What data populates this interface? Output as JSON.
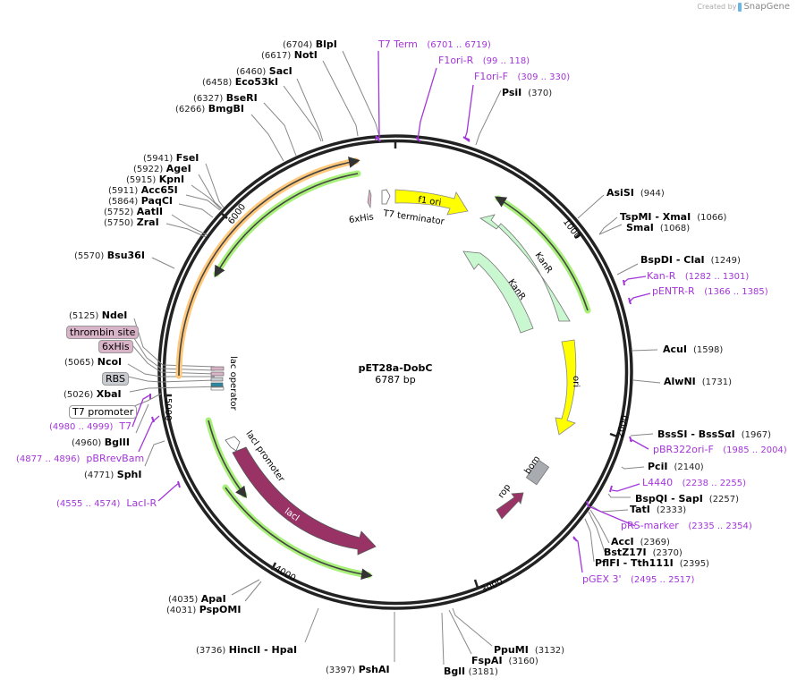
{
  "credit": {
    "prefix": "Created by",
    "brand": "SnapGene"
  },
  "plasmid": {
    "name": "pET28a-DobC",
    "length": "6787 bp"
  },
  "ticks": [
    "1000",
    "2000",
    "3000",
    "4000",
    "5000",
    "6000"
  ],
  "enzymes": [
    {
      "name": "BlpI",
      "pos": "(6704)"
    },
    {
      "name": "NotI",
      "pos": "(6617)"
    },
    {
      "name": "SacI",
      "pos": "(6460)"
    },
    {
      "name": "Eco53kI",
      "pos": "(6458)"
    },
    {
      "name": "BseRI",
      "pos": "(6327)"
    },
    {
      "name": "BmgBI",
      "pos": "(6266)"
    },
    {
      "name": "FseI",
      "pos": "(5941)"
    },
    {
      "name": "AgeI",
      "pos": "(5922)"
    },
    {
      "name": "KpnI",
      "pos": "(5915)"
    },
    {
      "name": "Acc65I",
      "pos": "(5911)"
    },
    {
      "name": "PaqCI",
      "pos": "(5864)"
    },
    {
      "name": "AatII",
      "pos": "(5752)"
    },
    {
      "name": "ZraI",
      "pos": "(5750)"
    },
    {
      "name": "Bsu36I",
      "pos": "(5570)"
    },
    {
      "name": "NdeI",
      "pos": "(5125)"
    },
    {
      "name": "NcoI",
      "pos": "(5065)"
    },
    {
      "name": "XbaI",
      "pos": "(5026)"
    },
    {
      "name": "BglII",
      "pos": "(4960)"
    },
    {
      "name": "SphI",
      "pos": "(4771)"
    },
    {
      "name": "ApaI",
      "pos": "(4035)"
    },
    {
      "name": "PspOMI",
      "pos": "(4031)"
    },
    {
      "name": "HincII - HpaI",
      "pos": "(3736)"
    },
    {
      "name": "PshAI",
      "pos": "(3397)"
    },
    {
      "name": "BglI",
      "pos": "(3181)"
    },
    {
      "name": "FspAI",
      "pos": "(3160)"
    },
    {
      "name": "PpuMI",
      "pos": "(3132)"
    },
    {
      "name": "PsiI",
      "pos": "(370)"
    },
    {
      "name": "AsiSI",
      "pos": "(944)"
    },
    {
      "name": "TspMI - XmaI",
      "pos": "(1066)"
    },
    {
      "name": "SmaI",
      "pos": "(1068)"
    },
    {
      "name": "BspDI - ClaI",
      "pos": "(1249)"
    },
    {
      "name": "AcuI",
      "pos": "(1598)"
    },
    {
      "name": "AlwNI",
      "pos": "(1731)"
    },
    {
      "name": "BssSI - BssSαI",
      "pos": "(1967)"
    },
    {
      "name": "PciI",
      "pos": "(2140)"
    },
    {
      "name": "BspQI - SapI",
      "pos": "(2257)"
    },
    {
      "name": "TatI",
      "pos": "(2333)"
    },
    {
      "name": "AccI",
      "pos": "(2369)"
    },
    {
      "name": "BstZ17I",
      "pos": "(2370)"
    },
    {
      "name": "PflFI - Tth111I",
      "pos": "(2395)"
    }
  ],
  "primers": [
    {
      "name": "T7 Term",
      "pos": "(6701 .. 6719)"
    },
    {
      "name": "F1ori-R",
      "pos": "(99 .. 118)"
    },
    {
      "name": "F1ori-F",
      "pos": "(309 .. 330)"
    },
    {
      "name": "Kan-R",
      "pos": "(1282 .. 1301)"
    },
    {
      "name": "pENTR-R",
      "pos": "(1366 .. 1385)"
    },
    {
      "name": "pBR322ori-F",
      "pos": "(1985 .. 2004)"
    },
    {
      "name": "L4440",
      "pos": "(2238 .. 2255)"
    },
    {
      "name": "pRS-marker",
      "pos": "(2335 .. 2354)"
    },
    {
      "name": "pGEX 3'",
      "pos": "(2495 .. 2517)"
    },
    {
      "name": "T7",
      "pos": "(4980 .. 4999)"
    },
    {
      "name": "pBRrevBam",
      "pos": "(4877 .. 4896)"
    },
    {
      "name": "LacI-R",
      "pos": "(4555 .. 4574)"
    }
  ],
  "boxed_features": [
    {
      "name": "thrombin site",
      "color": "#d9b3c7"
    },
    {
      "name": "6xHis",
      "color": "#d9b3c7"
    },
    {
      "name": "RBS",
      "color": "#c8cbd0"
    },
    {
      "name": "T7 promoter",
      "color": "#ffffff"
    }
  ],
  "features": [
    {
      "name": "f1 ori",
      "color": "#ffff00"
    },
    {
      "name": "KanR",
      "color": "#c9f7cf"
    },
    {
      "name": "KanR",
      "color": "#c9f7cf"
    },
    {
      "name": "ori",
      "color": "#ffff00"
    },
    {
      "name": "bom",
      "color": "#a8abb0"
    },
    {
      "name": "rop",
      "color": "#993366"
    },
    {
      "name": "lacI",
      "color": "#993366"
    },
    {
      "name": "lacI promoter",
      "color": "#ffffff"
    },
    {
      "name": "lac operator",
      "color": "#ffffff"
    },
    {
      "name": "6xHis",
      "color": "#d9b3c7"
    },
    {
      "name": "T7 terminator",
      "color": "#ffffff"
    }
  ],
  "colors": {
    "primer": "#a336d9",
    "orf_orange": "#ffc87a",
    "orf_green": "#a8f07a",
    "backbone": "#222222"
  }
}
